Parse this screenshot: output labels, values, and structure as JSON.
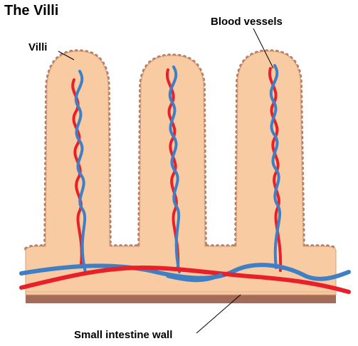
{
  "title": "The Villi",
  "labels": {
    "villi": "Villi",
    "blood_vessels": "Blood vessels",
    "intestine_wall": "Small intestine wall"
  },
  "colors": {
    "tissue": "#f8cba2",
    "tissue_outline": "#b07a5a",
    "bumps": "#b87d64",
    "wall_base": "#a36b58",
    "artery": "#e8202a",
    "vein": "#3f7fc6"
  }
}
